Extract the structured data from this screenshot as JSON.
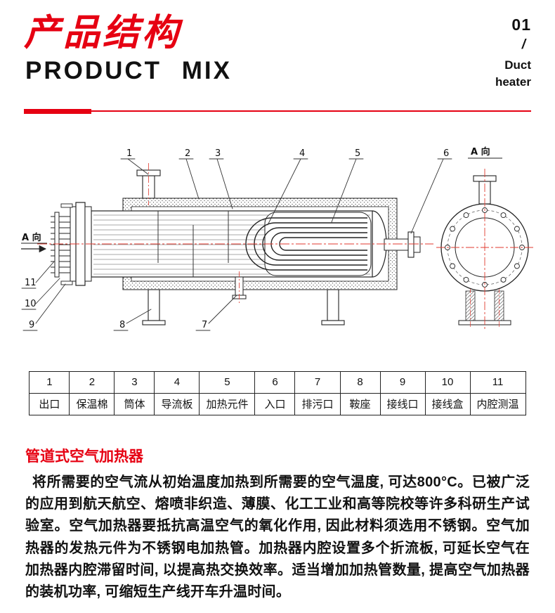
{
  "colors": {
    "accent_red": "#e60012",
    "centerline_red": "#e03a2f",
    "line_black": "#222222"
  },
  "header": {
    "title_cn": "产品结构",
    "title_en": "PRODUCT MIX",
    "page_number": "01",
    "slash": "/",
    "product_line1": "Duct",
    "product_line2": "heater"
  },
  "diagram": {
    "view_label": "A 向",
    "callouts": [
      "1",
      "2",
      "3",
      "4",
      "5",
      "6",
      "7",
      "8",
      "9",
      "10",
      "11"
    ]
  },
  "parts_table": {
    "numbers": [
      "1",
      "2",
      "3",
      "4",
      "5",
      "6",
      "7",
      "8",
      "9",
      "10",
      "11"
    ],
    "names": [
      "出口",
      "保温棉",
      "筒体",
      "导流板",
      "加热元件",
      "入口",
      "排污口",
      "鞍座",
      "接线口",
      "接线盒",
      "内腔测温"
    ]
  },
  "description": {
    "heading": "管道式空气加热器",
    "body": "将所需要的空气流从初始温度加热到所需要的空气温度, 可达800°C。已被广泛的应用到航天航空、熔喷非织造、薄膜、化工工业和高等院校等许多科研生产试验室。空气加热器要抵抗高温空气的氧化作用, 因此材料须选用不锈钢。空气加热器的发热元件为不锈钢电加热管。加热器内腔设置多个折流板, 可延长空气在加热器内腔滞留时间, 以提高热交换效率。适当增加加热管数量, 提高空气加热器的装机功率, 可缩短生产线开车升温时间。"
  }
}
